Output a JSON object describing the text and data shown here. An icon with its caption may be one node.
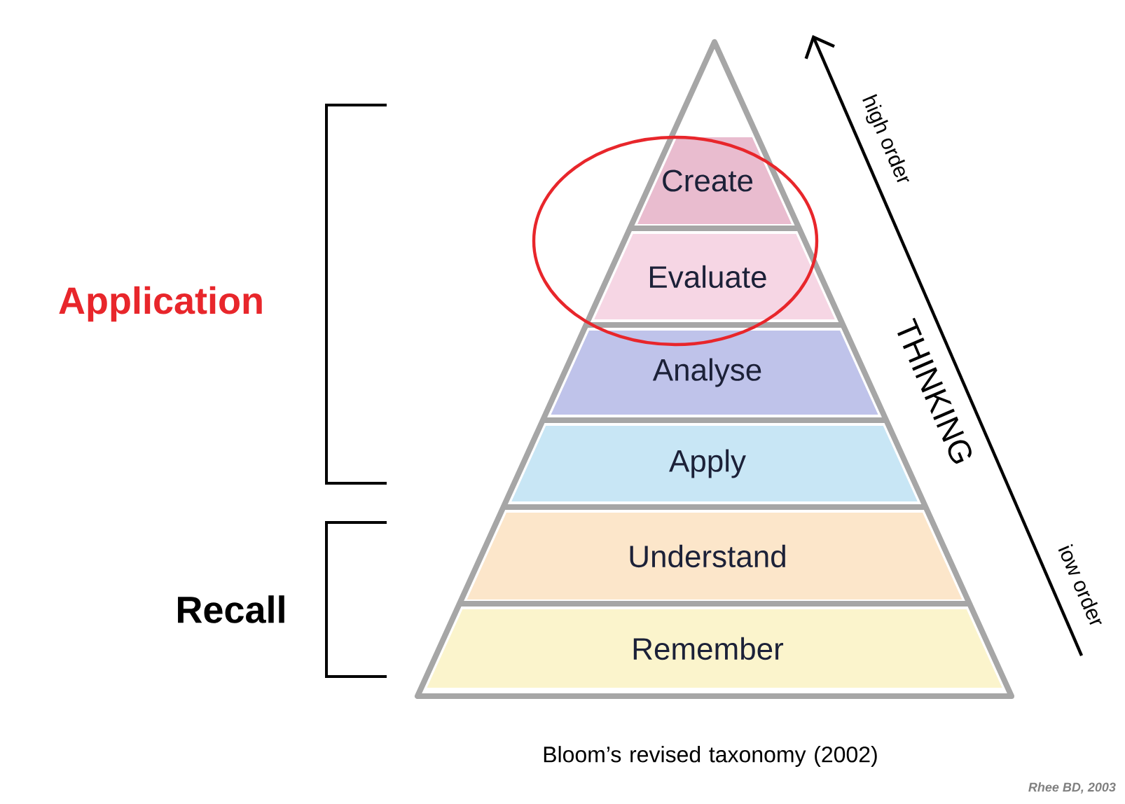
{
  "diagram": {
    "caption": "Bloom’s revised taxonomy (2002)",
    "nodes": [
      {
        "text": [
          "Create"
        ]
      },
      {
        "text": [
          "Evaluate"
        ]
      },
      {
        "text": [
          "Analyse"
        ]
      },
      {
        "text": [
          "Apply"
        ]
      },
      {
        "text": [
          "Understand"
        ]
      },
      {
        "text": [
          "Remember"
        ]
      }
    ],
    "labels": [
      "Application",
      "Recall",
      "high order",
      "THINKING",
      "iow order",
      "Rhee BD, 2003"
    ]
  }
}
